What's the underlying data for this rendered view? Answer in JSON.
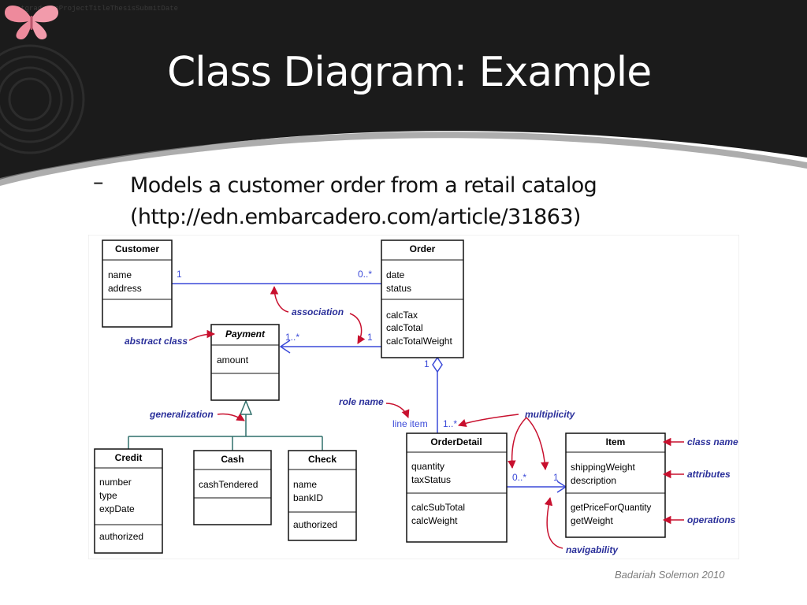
{
  "header": {
    "meta_lines": [
      "PostgraduateProjectTitleThesisSubmitDate"
    ],
    "title": "Class Diagram: Example"
  },
  "bullet": {
    "marker": "–",
    "lines": [
      "Models a customer order from a retail catalog",
      "(http://edn.embarcadero.com/article/31863)"
    ]
  },
  "diagram": {
    "classes": [
      {
        "id": "customer",
        "name": "Customer",
        "attributes": [
          "name",
          "address"
        ],
        "operations": []
      },
      {
        "id": "order",
        "name": "Order",
        "attributes": [
          "date",
          "status"
        ],
        "operations": [
          "calcTax",
          "calcTotal",
          "calcTotalWeight"
        ]
      },
      {
        "id": "payment",
        "name": "Payment",
        "abstract": true,
        "attributes": [
          "amount"
        ],
        "operations": []
      },
      {
        "id": "credit",
        "name": "Credit",
        "attributes": [
          "number",
          "type",
          "expDate"
        ],
        "operations": [
          "authorized"
        ]
      },
      {
        "id": "cash",
        "name": "Cash",
        "attributes": [
          "cashTendered"
        ],
        "operations": []
      },
      {
        "id": "check",
        "name": "Check",
        "attributes": [
          "name",
          "bankID"
        ],
        "operations": [
          "authorized"
        ]
      },
      {
        "id": "orderdetail",
        "name": "OrderDetail",
        "attributes": [
          "quantity",
          "taxStatus"
        ],
        "operations": [
          "calcSubTotal",
          "calcWeight"
        ]
      },
      {
        "id": "item",
        "name": "Item",
        "attributes": [
          "shippingWeight",
          "description"
        ],
        "operations": [
          "getPriceForQuantity",
          "getWeight"
        ]
      }
    ],
    "multiplicities": {
      "customer_order_1": "1",
      "customer_order_n": "0..*",
      "payment_n": "1..*",
      "order_payment_1": "1",
      "order_detail_1": "1",
      "detail_n": "1..*",
      "detail_item_n": "0..*",
      "detail_item_1": "1"
    },
    "role_name": "line item",
    "annotations": {
      "association": "association",
      "abstract_class": "abstract class",
      "generalization": "generalization",
      "role_name": "role name",
      "multiplicity": "multiplicity",
      "class_name": "class name",
      "attributes": "attributes",
      "operations": "operations",
      "navigability": "navigability"
    },
    "colors": {
      "line": "#3b4ad8",
      "annotation": "#2a2f9a",
      "arrow": "#c8102e",
      "gen_line": "#2f6f6a"
    }
  },
  "footer": "Badariah Solemon 2010"
}
